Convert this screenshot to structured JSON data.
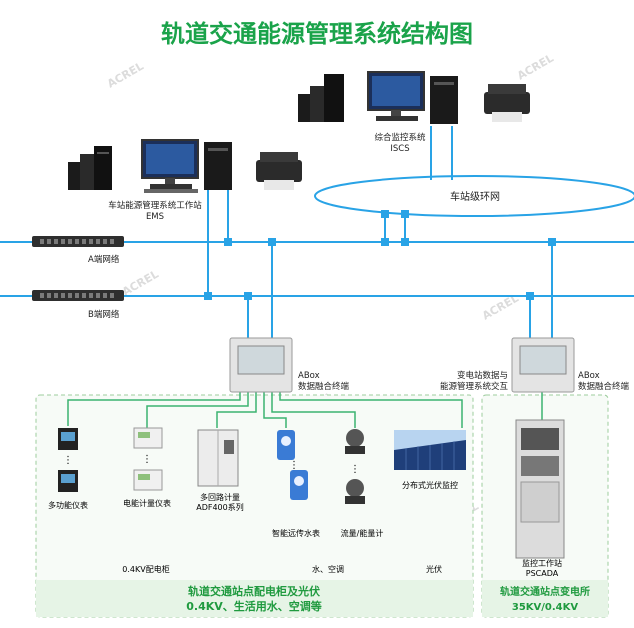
{
  "title": "轨道交通能源管理系统结构图",
  "watermark": "ACREL",
  "labels": {
    "ems_line1": "车站能源管理系统工作站",
    "ems_line2": "EMS",
    "iscs_line1": "综合监控系统",
    "iscs_line2": "ISCS",
    "ring": "车站级环网",
    "net_a": "A端网络",
    "net_b": "B端网络",
    "abox_left_line1": "ABox",
    "abox_left_line2": "数据融合终端",
    "abox_right_line1": "ABox",
    "abox_right_line2": "数据融合终端",
    "substation_link_line1": "变电站数据与",
    "substation_link_line2": "能源管理系统交互",
    "device_multifunction": "多功能仪表",
    "device_energy_meter": "电能计量仪表",
    "device_multiloop_line1": "多回路计量",
    "device_multiloop_line2": "ADF400系列",
    "device_water_meter": "智能远传水表",
    "device_flow_meter": "流量/能量计",
    "device_pv": "分布式光伏监控",
    "device_pscada_line1": "监控工作站",
    "device_pscada_line2": "PSCADA",
    "ellipsis": "⋮",
    "cat_04kv": "0.4KV配电柜",
    "cat_water": "水、空调",
    "cat_pv": "光伏",
    "left_panel_line1": "轨道交通站点配电柜及光伏",
    "left_panel_line2": "0.4KV、生活用水、空调等",
    "right_panel_line1": "轨道交通站点变电所",
    "right_panel_line2": "35KV/0.4KV"
  },
  "colors": {
    "title": "#1aa34a",
    "line_blue": "#29a3e6",
    "line_green": "#3cb371",
    "panel_fill": "#eef8ee",
    "panel_border": "#8cc08c",
    "panel_text": "#1f9a3f",
    "watermark": "#d9d9d9"
  }
}
